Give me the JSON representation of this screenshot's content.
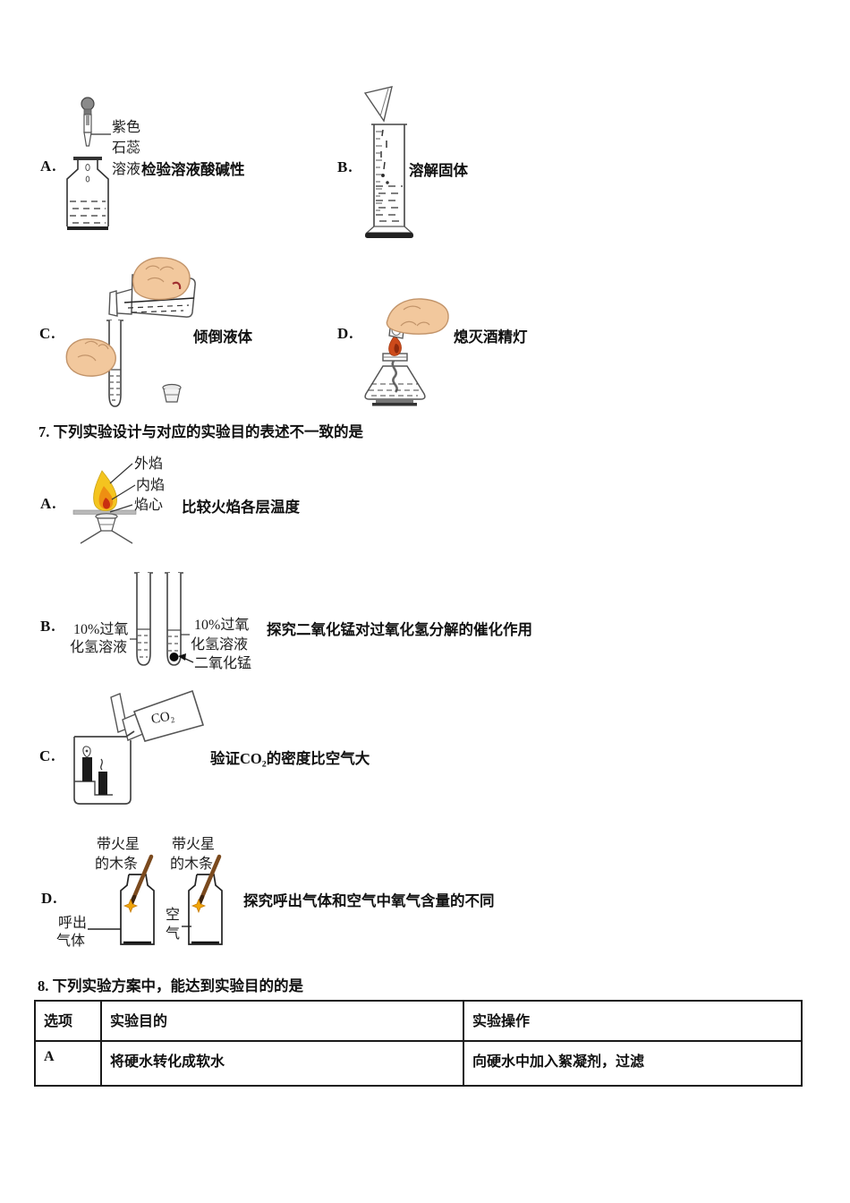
{
  "q6": {
    "a": {
      "letter": "A.",
      "caption": "检验溶液酸碱性",
      "dropper_label_1": "紫色",
      "dropper_label_2": "石蕊",
      "dropper_label_3": "溶液"
    },
    "b": {
      "letter": "B.",
      "caption": "溶解固体"
    },
    "c": {
      "letter": "C.",
      "caption": "倾倒液体"
    },
    "d": {
      "letter": "D.",
      "caption": "熄灭酒精灯"
    }
  },
  "q7": {
    "stem": "7. 下列实验设计与对应的实验目的表述不一致的是",
    "a": {
      "letter": "A.",
      "caption": "比较火焰各层温度",
      "flame_labels": [
        "外焰",
        "内焰",
        "焰心"
      ]
    },
    "b": {
      "letter": "B.",
      "caption": "探究二氧化锰对过氧化氢分解的催化作用",
      "left_tube_label_line1": "10%过氧",
      "left_tube_label_line2": "化氢溶液",
      "right_tube_label_line1": "10%过氧",
      "right_tube_label_line2": "化氢溶液",
      "right_tube_label_line3": "二氧化锰"
    },
    "c": {
      "letter": "C.",
      "caption": "验证CO₂的密度比空气大",
      "bottle_label": "CO₂"
    },
    "d": {
      "letter": "D.",
      "caption": "探究呼出气体和空气中氧气含量的不同",
      "splint_label_line1": "带火星",
      "splint_label_line2": "的木条",
      "left_bottle_label_line1": "呼出",
      "left_bottle_label_line2": "气体",
      "right_bottle_label_line1": "空",
      "right_bottle_label_line2": "气"
    }
  },
  "q8": {
    "stem": "8. 下列实验方案中，能达到实验目的的是",
    "table": {
      "headers": [
        "选项",
        "实验目的",
        "实验操作"
      ],
      "rows": [
        {
          "option": "A",
          "purpose": "将硬水转化成软水",
          "operation": "向硬水中加入絮凝剂，过滤"
        }
      ]
    }
  }
}
